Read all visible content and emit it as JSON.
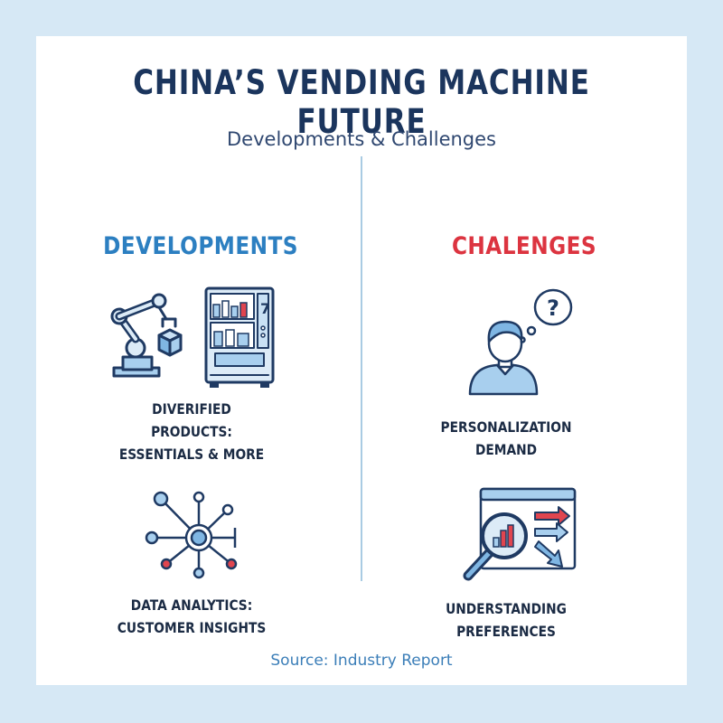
{
  "header": {
    "title": "CHINA’S VENDING MACHINE FUTURE",
    "subtitle": "Developments & Challenges"
  },
  "developments": {
    "heading": "DEVELOPMENTS",
    "items": [
      {
        "icon": "robot-arm-vending-machine-icon",
        "label_lines": [
          "DIVERIFIED",
          "PRODUCTS:",
          "ESSENTIALS & MORE"
        ]
      },
      {
        "icon": "network-nodes-icon",
        "label_lines": [
          "DATA ANALYTICS:",
          "CUSTOMER INSIGHTS"
        ]
      }
    ]
  },
  "challenges": {
    "heading": "CHALENGES",
    "items": [
      {
        "icon": "person-question-icon",
        "label_lines": [
          "PERSONALIZATION",
          "DEMAND"
        ]
      },
      {
        "icon": "magnifier-chart-icon",
        "label_lines": [
          "UNDERSTANDING PREFERENCES"
        ]
      }
    ]
  },
  "footer": {
    "source": "Source: Industry Report"
  },
  "colors": {
    "title": "#1b355d",
    "developments_accent": "#2c7fc1",
    "challenges_accent": "#dc3440",
    "icon_outline": "#1f3a63",
    "icon_fill": "#a8cfee",
    "background": "#d6e8f5"
  }
}
